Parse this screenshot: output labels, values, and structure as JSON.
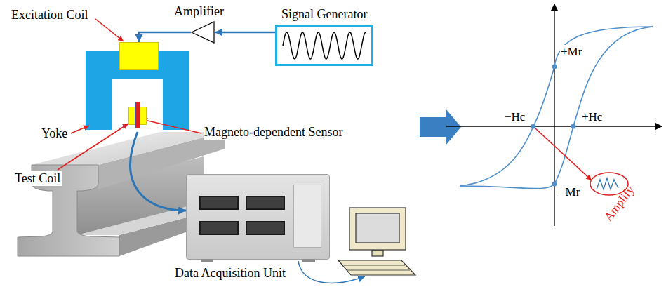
{
  "diagram": {
    "nodes": [
      {
        "text": [
          "Signal Generator"
        ]
      },
      {
        "text": [
          "Amplifier"
        ]
      },
      {
        "text": [
          "Excitation Coil"
        ]
      },
      {
        "text": [
          "Test Coil"
        ]
      },
      {
        "text": [
          "Data Acquisition Unit"
        ]
      }
    ],
    "edges": [
      {
        "from": 0,
        "to": 1,
        "arrow": "to"
      },
      {
        "from": 1,
        "to": 2,
        "arrow": "to"
      },
      {
        "from": 3,
        "to": 4,
        "arrow": "to"
      }
    ],
    "labels": [
      "Yoke",
      "Magneto-dependent Sensor",
      "+Mr",
      "−Mr",
      "−Hc",
      "+Hc",
      "Amplify"
    ]
  }
}
